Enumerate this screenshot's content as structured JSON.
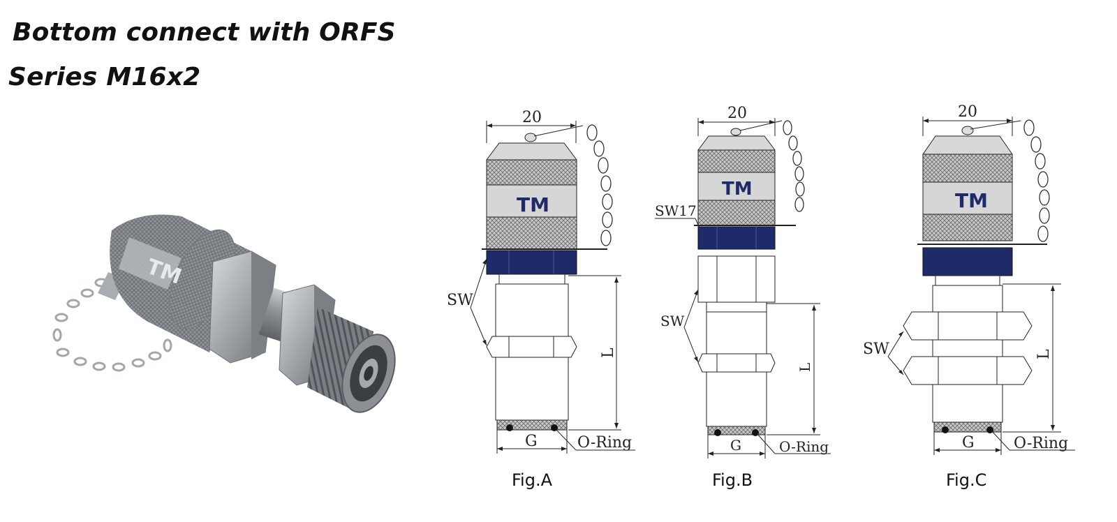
{
  "title": {
    "line1": "Bottom connect with ORFS",
    "line2": "Series M16x2"
  },
  "photo": {
    "logo": "TM"
  },
  "colors": {
    "nut_blue": "#1f2a6b",
    "logo_blue": "#1f2a6b",
    "line": "#222222",
    "metal": "#9a9ea3"
  },
  "figures": [
    {
      "id": "A",
      "caption": "Fig.A",
      "width_dim": "20",
      "logo": "TM",
      "labels": {
        "sw": "SW",
        "length": "L",
        "thread": "G",
        "seal": "O-Ring"
      }
    },
    {
      "id": "B",
      "caption": "Fig.B",
      "width_dim": "20",
      "logo": "TM",
      "labels": {
        "sw17": "SW17",
        "sw": "SW",
        "length": "L",
        "thread": "G",
        "seal": "O-Ring"
      }
    },
    {
      "id": "C",
      "caption": "Fig.C",
      "width_dim": "20",
      "logo": "TM",
      "labels": {
        "sw": "SW",
        "length": "L",
        "thread": "G",
        "seal": "O-Ring"
      }
    }
  ]
}
